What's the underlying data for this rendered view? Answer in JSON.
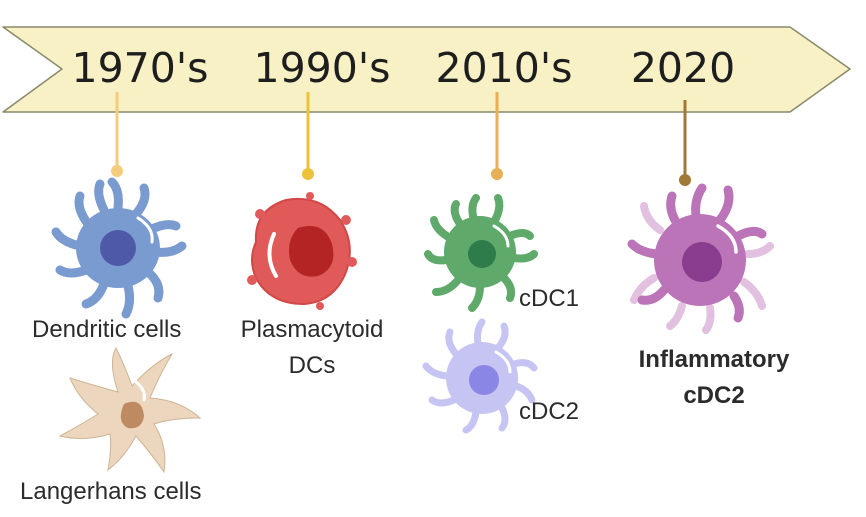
{
  "timeline": {
    "bar_fill": "#f7f1c5",
    "bar_stroke": "#8a8a6a",
    "eras": [
      {
        "label": "1970's",
        "connector_color": "#f3cd7c"
      },
      {
        "label": "1990's",
        "connector_color": "#ecc23a"
      },
      {
        "label": "2010's",
        "connector_color": "#e8b055"
      },
      {
        "label": "2020",
        "connector_color": "#a07838"
      }
    ]
  },
  "cells": {
    "dendritic": {
      "label": "Dendritic cells",
      "body": "#7a9bd0",
      "nucleus": "#4e5aa8"
    },
    "langerhans": {
      "label": "Langerhans cells",
      "body": "#ecd6bd",
      "nucleus": "#bd8a62"
    },
    "plasmacytoid": {
      "label_line1": "Plasmacytoid",
      "label_line2": "DCs",
      "body": "#e05a5a",
      "nucleus": "#b42424"
    },
    "cdc1": {
      "label": "cDC1",
      "body": "#5fa96a",
      "nucleus": "#2e7c4a"
    },
    "cdc2": {
      "label": "cDC2",
      "body": "#c6c4f2",
      "nucleus": "#8a86e6"
    },
    "inflammatory": {
      "label_line1": "Inflammatory",
      "label_line2": "cDC2",
      "body": "#bb74b8",
      "nucleus": "#8a3c8e"
    }
  }
}
